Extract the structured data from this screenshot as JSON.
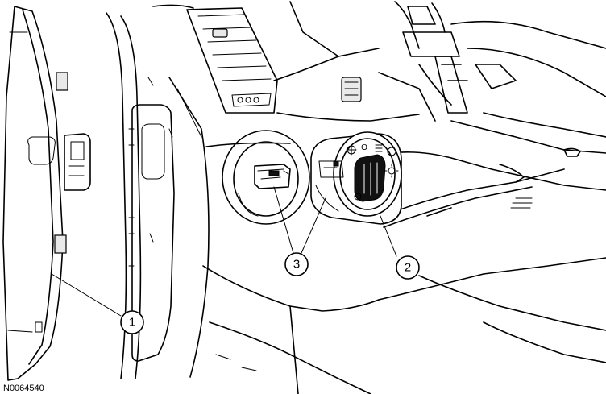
{
  "figure_id": "N0064540",
  "callouts": [
    {
      "number": "1"
    },
    {
      "number": "2"
    },
    {
      "number": "3"
    }
  ]
}
